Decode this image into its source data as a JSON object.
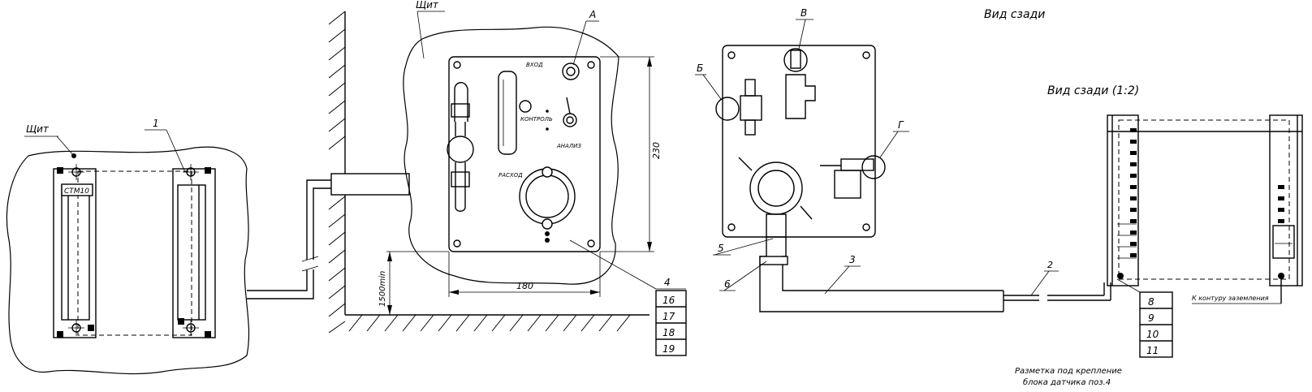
{
  "labels": {
    "shield_left": "Щит",
    "shield_center": "Щит",
    "callout_1": "1",
    "device_label": "СТМ10",
    "callout_A": "А",
    "callout_B": "Б",
    "callout_V": "В",
    "callout_G": "Г",
    "panel_vkhod": "ВХОД",
    "panel_kontrol": "КОНТРОЛЬ",
    "panel_analiz": "АНАЛИЗ",
    "panel_raskhod": "РАСХОД",
    "dim_230": "230",
    "dim_180": "180",
    "dim_1500": "1500min",
    "rear_view": "Вид сзади",
    "rear_view_scaled": "Вид сзади (1:2)",
    "callout_2": "2",
    "callout_3": "3",
    "callout_5": "5",
    "callout_6": "6",
    "callout_4": "4",
    "callout_16": "16",
    "callout_17": "17",
    "callout_18": "18",
    "callout_19": "19",
    "callout_8": "8",
    "callout_9": "9",
    "callout_10": "10",
    "callout_11": "11",
    "ground_note": "К контуру заземления",
    "mount_note_line1": "Разметка под крепление",
    "mount_note_line2": "блока датчика поз.4"
  }
}
